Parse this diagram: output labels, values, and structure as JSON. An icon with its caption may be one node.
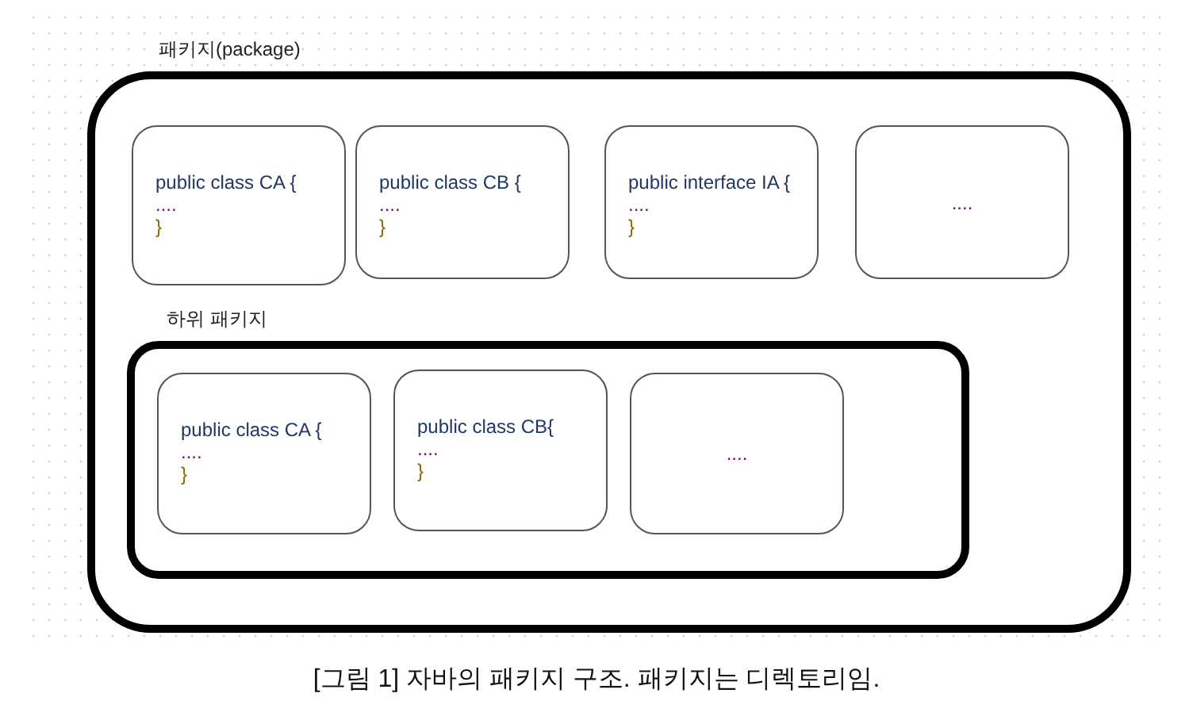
{
  "diagram": {
    "caption": "[그림 1] 자바의 패키지 구조. 패키지는 디렉토리임.",
    "nodes": [
      {
        "text": [
          "패키지(package)"
        ]
      },
      {
        "text": [
          "public class CA {",
          "....",
          "}"
        ],
        "in": 0
      },
      {
        "text": [
          "public class CB {",
          "....",
          "}"
        ],
        "in": 0
      },
      {
        "text": [
          "public interface IA {",
          "....",
          "}"
        ],
        "in": 0
      },
      {
        "text": [
          "...."
        ],
        "in": 0
      },
      {
        "text": [
          "하위 패키지"
        ],
        "in": 0
      },
      {
        "text": [
          "public class CA {",
          "....",
          "}"
        ],
        "in": 5
      },
      {
        "text": [
          "public class CB{",
          "....",
          "}"
        ],
        "in": 5
      },
      {
        "text": [
          "...."
        ],
        "in": 5
      }
    ],
    "edges": []
  }
}
